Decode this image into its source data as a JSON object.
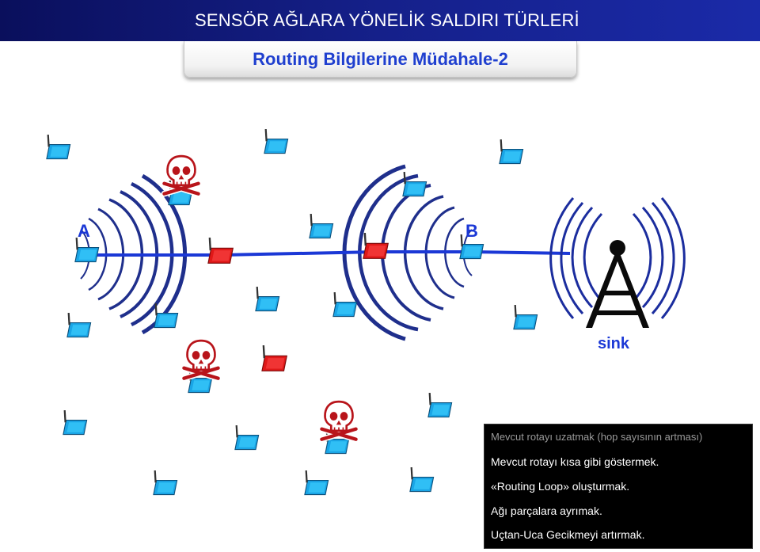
{
  "header": {
    "title": "SENSÖR AĞLARA YÖNELİK SALDIRI TÜRLERİ"
  },
  "subtitle": "Routing Bilgilerine Müdahale-2",
  "labels": {
    "node_a": "A",
    "node_b": "B",
    "sink": "sink"
  },
  "colors": {
    "normal_node": "#1aa5e6",
    "malicious_node": "#e01818",
    "route": "#1b38d6",
    "tower": "#0a0a0a"
  },
  "icons": {
    "attacker": "skull-crossbones-icon",
    "sink": "radio-tower-icon"
  },
  "info": {
    "lines": [
      "Mevcut rotayı uzatmak (hop sayısının artması)",
      "Mevcut rotayı kısa gibi göstermek.",
      "«Routing Loop» oluşturmak.",
      "Ağı parçalara ayrımak.",
      "Uçtan-Uca  Gecikmeyi artırmak."
    ]
  }
}
